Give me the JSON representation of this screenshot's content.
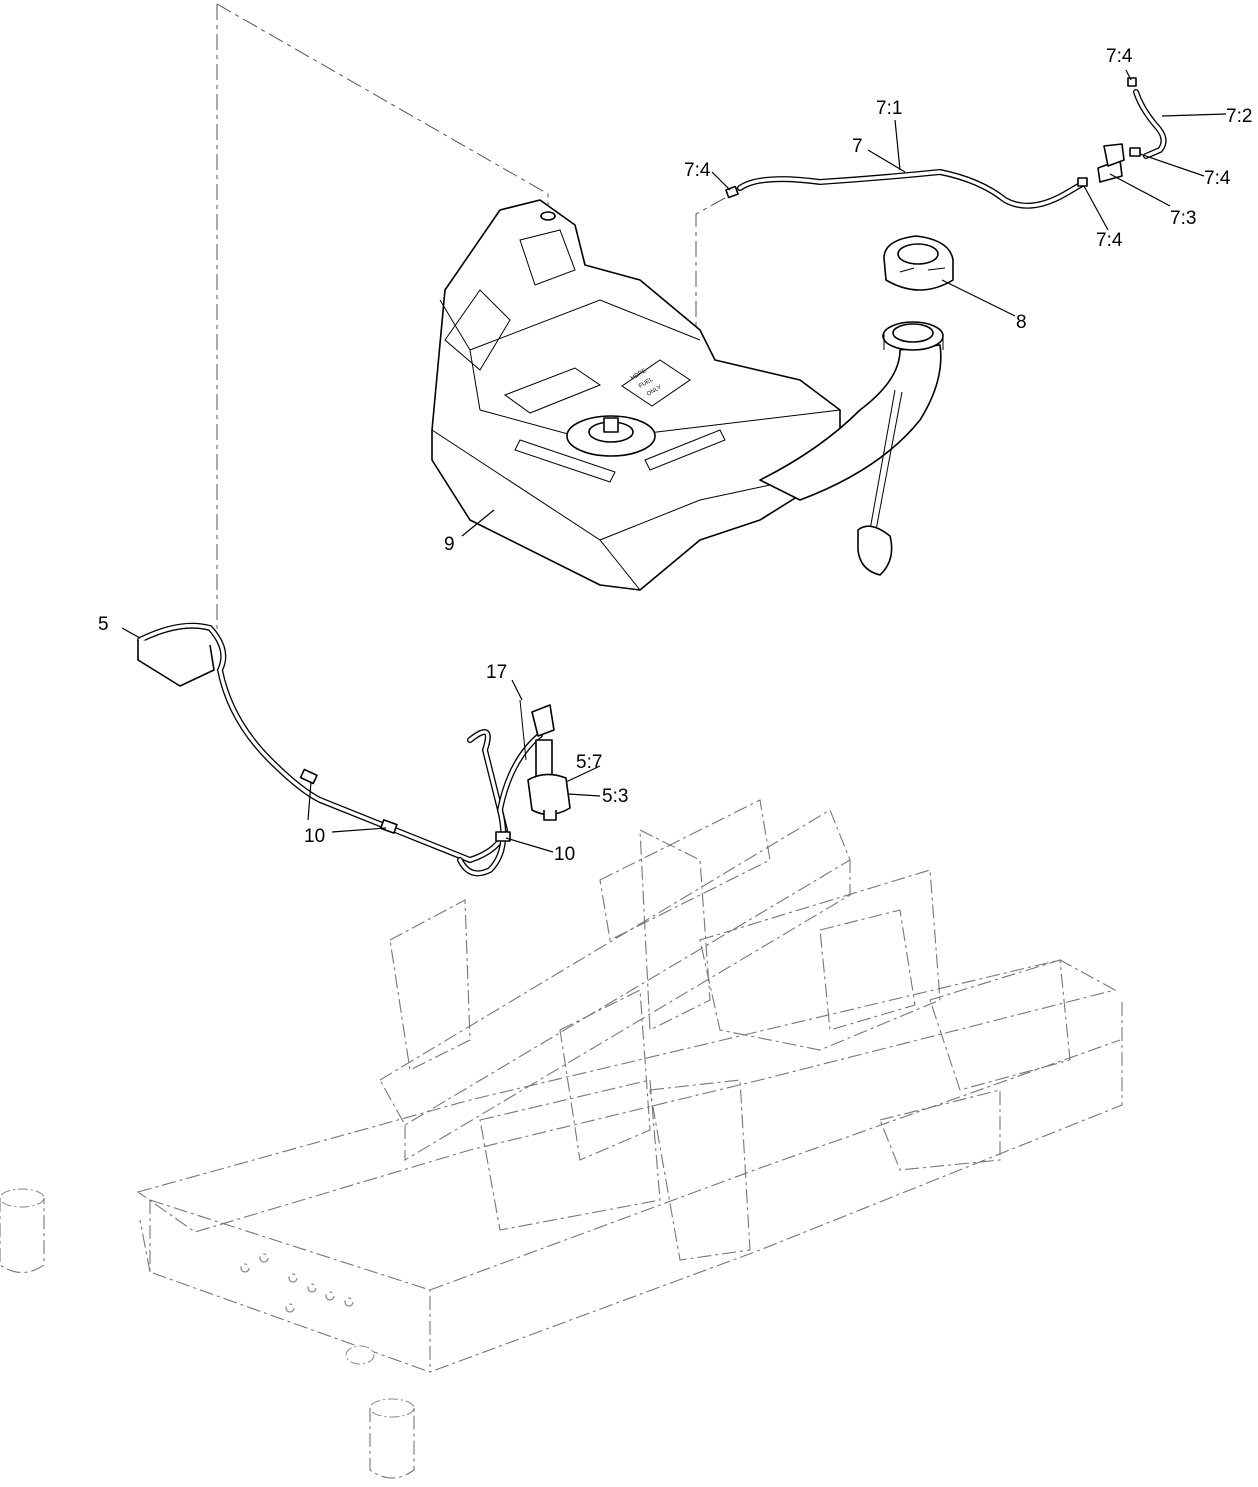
{
  "diagram": {
    "callouts": [
      {
        "id": "7-4-top",
        "label": "7:4"
      },
      {
        "id": "7-1",
        "label": "7:1"
      },
      {
        "id": "7-2",
        "label": "7:2"
      },
      {
        "id": "7",
        "label": "7"
      },
      {
        "id": "7-4-left",
        "label": "7:4"
      },
      {
        "id": "7-4-right",
        "label": "7:4"
      },
      {
        "id": "7-3",
        "label": "7:3"
      },
      {
        "id": "7-4-bottom",
        "label": "7:4"
      },
      {
        "id": "8",
        "label": "8"
      },
      {
        "id": "9",
        "label": "9"
      },
      {
        "id": "5",
        "label": "5"
      },
      {
        "id": "17",
        "label": "17"
      },
      {
        "id": "5-7",
        "label": "5:7"
      },
      {
        "id": "5-3",
        "label": "5:3"
      },
      {
        "id": "10-left",
        "label": "10"
      },
      {
        "id": "10-right",
        "label": "10"
      }
    ],
    "tank_decal_lines": [
      "HDPE",
      "FUEL",
      "ONLY"
    ]
  }
}
